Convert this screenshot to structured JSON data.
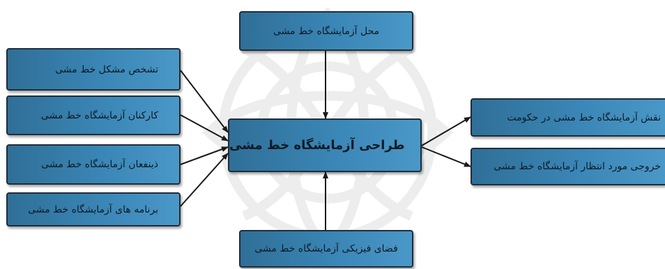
{
  "diagram": {
    "center": "طراحی آزمایشگاه خط مشی",
    "top": "محل آزمایشگاه خط مشی",
    "bottom": "فضای فیزیکی آزمایشگاه خط مشی",
    "left": [
      "تشخص مشکل خط مشی",
      "کارکنان آزمایشگاه خط مشی",
      "ذینفعان آزمایشگاه خط مشی",
      "برنامه های آزمایشگاه خط مشی"
    ],
    "right": [
      "نقش آزمایشگاه خط مشی در حکومت",
      "خروجی مورد انتظار آزمایشگاه خط مشی"
    ]
  },
  "colors": {
    "box_fill": "#3a86b6",
    "box_border": "#1f2d3a",
    "arrow": "#1a1a1a",
    "watermark": "#ececec"
  }
}
